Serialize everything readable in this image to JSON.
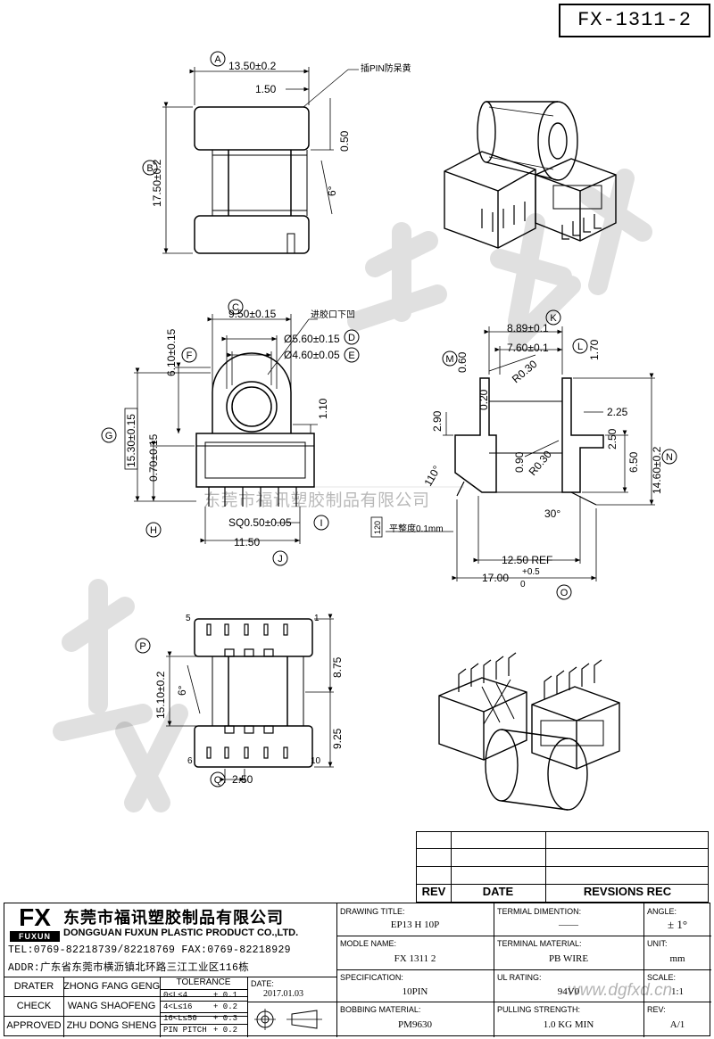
{
  "part_number": "FX-1311-2",
  "top_view": {
    "labels": [
      "A",
      "B"
    ],
    "dims": [
      "13.50±0.2",
      "1.50",
      "0.50",
      "17.50±0.2",
      "6°"
    ],
    "note": "插PIN防呆黄"
  },
  "front_view": {
    "labels": [
      "C",
      "D",
      "E",
      "F",
      "G",
      "H",
      "I",
      "J"
    ],
    "dims": [
      "9.50±0.15",
      "Ø5.60±0.15",
      "Ø4.60±0.05",
      "6.10±0.15",
      "15.30±0.15",
      "0.70±0.15",
      "1.10",
      "SQ0.50±0.05",
      "11.50"
    ],
    "note": "进胶口下凹",
    "flatness_box": "120",
    "flatness_note": "平整度0.1mm"
  },
  "side_view": {
    "labels": [
      "K",
      "L",
      "M",
      "N",
      "O"
    ],
    "dims": [
      "8.89±0.1",
      "7.60±0.1",
      "1.70",
      "0.60",
      "R0.30",
      "2.25",
      "2.90",
      "0.20",
      "2.50",
      "14.60±0.2",
      "6.50",
      "0.90",
      "R0.30",
      "110°",
      "30°",
      "12.50 REF",
      "17.00",
      "+0.5",
      "0"
    ]
  },
  "bottom_view": {
    "labels": [
      "P",
      "Q"
    ],
    "dims": [
      "8.75",
      "15.10±0.2",
      "6°",
      "9.25",
      "2.50"
    ],
    "pins": [
      "5",
      "1",
      "6",
      "10"
    ]
  },
  "watermark": "东莞市福讯塑胶制品有限公司",
  "url_watermark": "www.dgfxd.cn",
  "revision_table": {
    "headers": [
      "REV",
      "DATE",
      "REVSIONS REC"
    ]
  },
  "company": {
    "logo": "FX",
    "logo_sub": "FUXUN",
    "name_cn": "东莞市福讯塑胶制品有限公司",
    "name_en": "DONGGUAN FUXUN PLASTIC PRODUCT CO.,LTD.",
    "tel": "TEL:0769-82218739/82218769 FAX:0769-82218929",
    "addr": "ADDR:广东省东莞市横沥镇北环路三江工业区116栋"
  },
  "title_block": {
    "drawing_title_label": "DRAWING TITLE:",
    "drawing_title": "EP13 H 10P",
    "terminal_dimention_label": "TERMIAL DIMENTION:",
    "terminal_dimention": "——",
    "angle_label": "ANGLE:",
    "angle": "± 1°",
    "module_name_label": "MODLE NAME:",
    "module_name": "FX 1311 2",
    "terminal_material_label": "TERMINAL MATERIAL:",
    "terminal_material": "PB WIRE",
    "unit_label": "UNIT:",
    "unit": "mm",
    "specification_label": "SPECIFICATION:",
    "specification": "10PIN",
    "ul_rating_label": "UL RATING:",
    "ul_rating": "94V0",
    "scale_label": "SCALE:",
    "scale": "1:1",
    "bobbin_material_label": "BOBBING MATERIAL:",
    "bobbin_material": "PM9630",
    "pulling_strength_label": "PULLING STRENGTH:",
    "pulling_strength": "1.0 KG MIN",
    "rev_label": "REV:",
    "rev": "A/1"
  },
  "signatures": {
    "drater_label": "DRATER",
    "drater": "ZHONG FANG GENG",
    "check_label": "CHECK",
    "check": "WANG SHAOFENG",
    "approved_label": "APPROVED",
    "approved": "ZHU DONG SHENG"
  },
  "tolerance": {
    "title": "TOLERANCE",
    "rows": [
      {
        "range": "0<L≤4",
        "tol": "+ 0.1"
      },
      {
        "range": "4<L≤16",
        "tol": "+ 0.2"
      },
      {
        "range": "16<L≤50",
        "tol": "+ 0.3"
      },
      {
        "range": "PIN PITCH",
        "tol": "+ 0.2"
      }
    ]
  },
  "date_label": "DATE:",
  "date": "2017.01.03"
}
